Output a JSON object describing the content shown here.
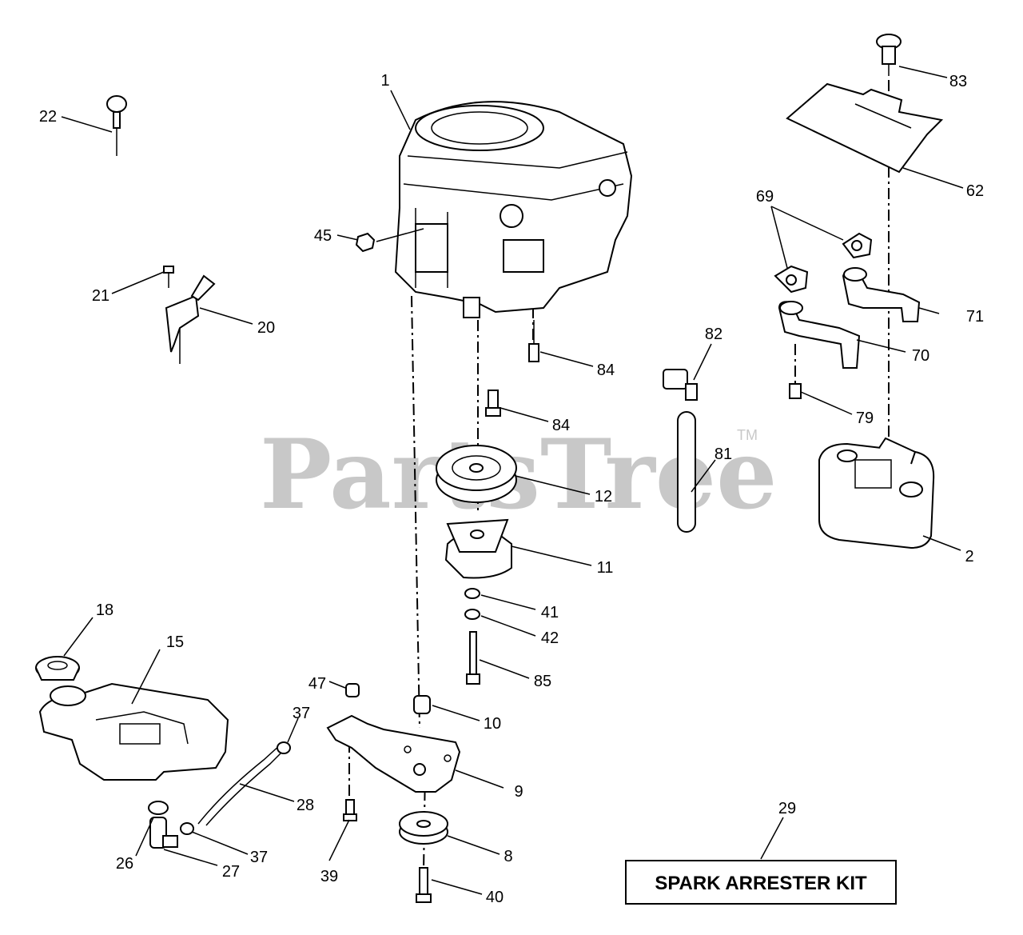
{
  "watermark": {
    "text": "PartsTree",
    "trademark": "TM"
  },
  "kit_label": "SPARK ARRESTER KIT",
  "callouts": {
    "c1": "1",
    "c2": "2",
    "c8": "8",
    "c9": "9",
    "c10": "10",
    "c11": "11",
    "c12": "12",
    "c15": "15",
    "c18": "18",
    "c20": "20",
    "c21": "21",
    "c22": "22",
    "c26": "26",
    "c27": "27",
    "c28": "28",
    "c29": "29",
    "c37a": "37",
    "c37b": "37",
    "c39": "39",
    "c40": "40",
    "c41": "41",
    "c42": "42",
    "c45": "45",
    "c47": "47",
    "c62": "62",
    "c69": "69",
    "c70": "70",
    "c71": "71",
    "c79": "79",
    "c81": "81",
    "c82": "82",
    "c83": "83",
    "c84a": "84",
    "c84b": "84",
    "c85": "85"
  }
}
